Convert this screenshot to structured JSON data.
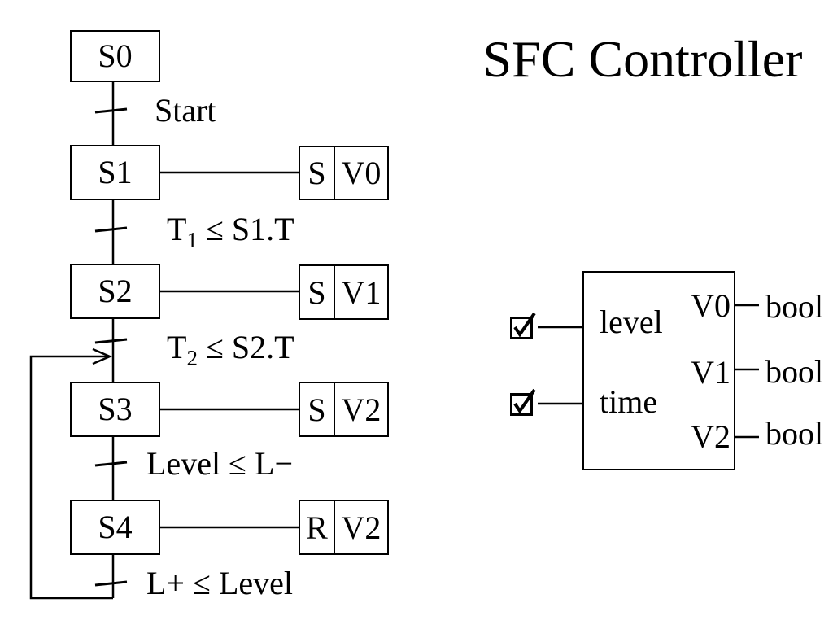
{
  "title": "SFC Controller",
  "colors": {
    "ink": "#000000",
    "background": "#ffffff"
  },
  "sfc": {
    "steps": [
      {
        "label": "S0"
      },
      {
        "label": "S1",
        "action": {
          "qualifier": "S",
          "variable": "V0"
        }
      },
      {
        "label": "S2",
        "action": {
          "qualifier": "S",
          "variable": "V1"
        }
      },
      {
        "label": "S3",
        "action": {
          "qualifier": "S",
          "variable": "V2"
        }
      },
      {
        "label": "S4",
        "action": {
          "qualifier": "R",
          "variable": "V2"
        }
      }
    ],
    "transitions": [
      {
        "base": "Start",
        "sub": "",
        "rest": ""
      },
      {
        "base": "T",
        "sub": "1",
        "rest": " ≤ S1.T"
      },
      {
        "base": "T",
        "sub": "2",
        "rest": " ≤ S2.T"
      },
      {
        "base": "Level ≤ L−",
        "sub": "",
        "rest": ""
      },
      {
        "base": "L+ ≤ Level",
        "sub": "",
        "rest": ""
      }
    ]
  },
  "function_block": {
    "inputs": [
      {
        "label": "level",
        "checked": true
      },
      {
        "label": "time",
        "checked": true
      }
    ],
    "outputs": [
      {
        "label": "V0",
        "type": "bool"
      },
      {
        "label": "V1",
        "type": "bool"
      },
      {
        "label": "V2",
        "type": "bool"
      }
    ]
  }
}
